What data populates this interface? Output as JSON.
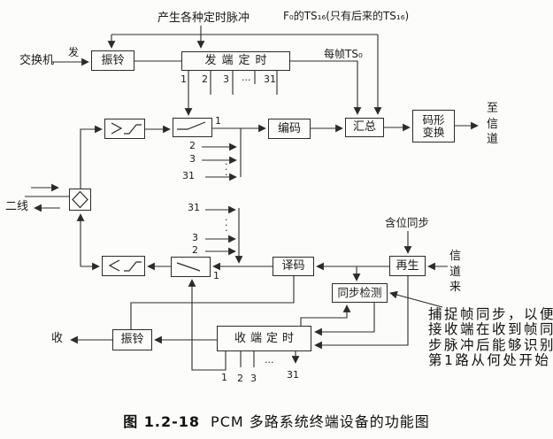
{
  "labels": {
    "pulse_gen": "产生各种定时脉冲",
    "f0_ts16": "F₀的TS₁₆(只有后来的TS₁₆)",
    "per_frame_ts0": "每帧TS₀",
    "switchboard": "交换机",
    "send": "发",
    "to_channel": "至信道",
    "two_wire": "二线",
    "bit_sync": "含位同步",
    "channel_in": "信道来",
    "receive": "收"
  },
  "boxes": {
    "ringer_top": "振铃",
    "tx_timing": "发端定时",
    "encoder": "编码",
    "aggregator": "汇总",
    "code_converter_line1": "码形",
    "code_converter_line2": "变换",
    "decoder": "译码",
    "regenerator": "再生",
    "sync_detector": "同步检测",
    "ringer_bottom": "振铃",
    "rx_timing": "收端定时"
  },
  "tx_timing_outputs": [
    "1",
    "2",
    "3",
    "···",
    "31"
  ],
  "rx_timing_outputs": [
    "1",
    "2",
    "3",
    "···",
    "31"
  ],
  "tx_channels": {
    "ch1": "1",
    "ch2": "2",
    "ch3": "3",
    "dots": "···",
    "ch31": "31"
  },
  "rx_channels": {
    "ch31": "31",
    "dots": "···",
    "ch3": "3",
    "ch2": "2",
    "ch1": "1"
  },
  "note": {
    "line1": "捕捉帧同步，以便",
    "line2": "接收端在收到帧同",
    "line3": "步脉冲后能够识别",
    "line4": "第1路从何处开始"
  },
  "caption": {
    "figure_no": "图 1.2-18",
    "text": "PCM 多路系统终端设备的功能图"
  }
}
